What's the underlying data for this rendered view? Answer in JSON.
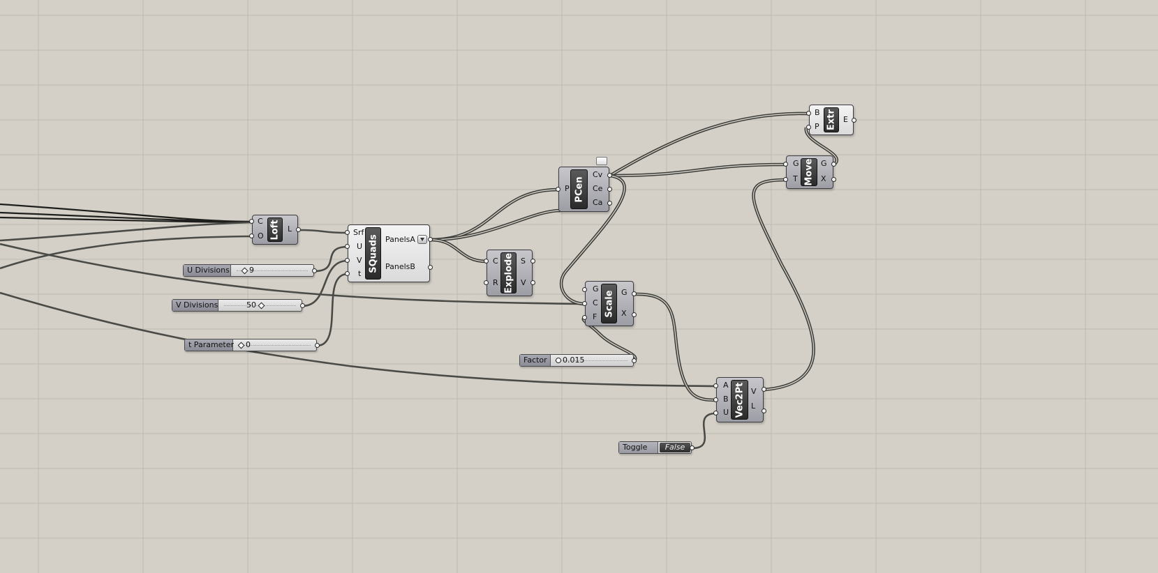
{
  "canvas": {
    "background": "#d4d0c8",
    "grid_color": "#bdbab2"
  },
  "components": {
    "loft": {
      "name": "Loft",
      "inputs": [
        "C",
        "O"
      ],
      "outputs": [
        "L"
      ]
    },
    "squads": {
      "name": "SQuads",
      "inputs": [
        "Srf",
        "U",
        "V",
        "t"
      ],
      "outputs": [
        "PanelsA",
        "PanelsB"
      ]
    },
    "explode": {
      "name": "Explode",
      "inputs": [
        "C",
        "R"
      ],
      "outputs": [
        "S",
        "V"
      ]
    },
    "pcen": {
      "name": "PCen",
      "inputs": [
        "P"
      ],
      "outputs": [
        "Cv",
        "Ce",
        "Ca"
      ]
    },
    "scale": {
      "name": "Scale",
      "inputs": [
        "G",
        "C",
        "F"
      ],
      "outputs": [
        "G",
        "X"
      ]
    },
    "move": {
      "name": "Move",
      "inputs": [
        "G",
        "T"
      ],
      "outputs": [
        "G",
        "X"
      ]
    },
    "extr": {
      "name": "Extr",
      "inputs": [
        "B",
        "P"
      ],
      "outputs": [
        "E"
      ]
    },
    "vec2pt": {
      "name": "Vec2Pt",
      "inputs": [
        "A",
        "B",
        "U"
      ],
      "outputs": [
        "V",
        "L"
      ]
    }
  },
  "sliders": {
    "u_div": {
      "label": "U Divisions",
      "value": "9"
    },
    "v_div": {
      "label": "V Divisions",
      "value": "50"
    },
    "t_param": {
      "label": "t Parameter",
      "value": "0"
    },
    "factor": {
      "label": "Factor",
      "value": "0.015"
    }
  },
  "toggle": {
    "label": "Toggle",
    "value": "False"
  }
}
